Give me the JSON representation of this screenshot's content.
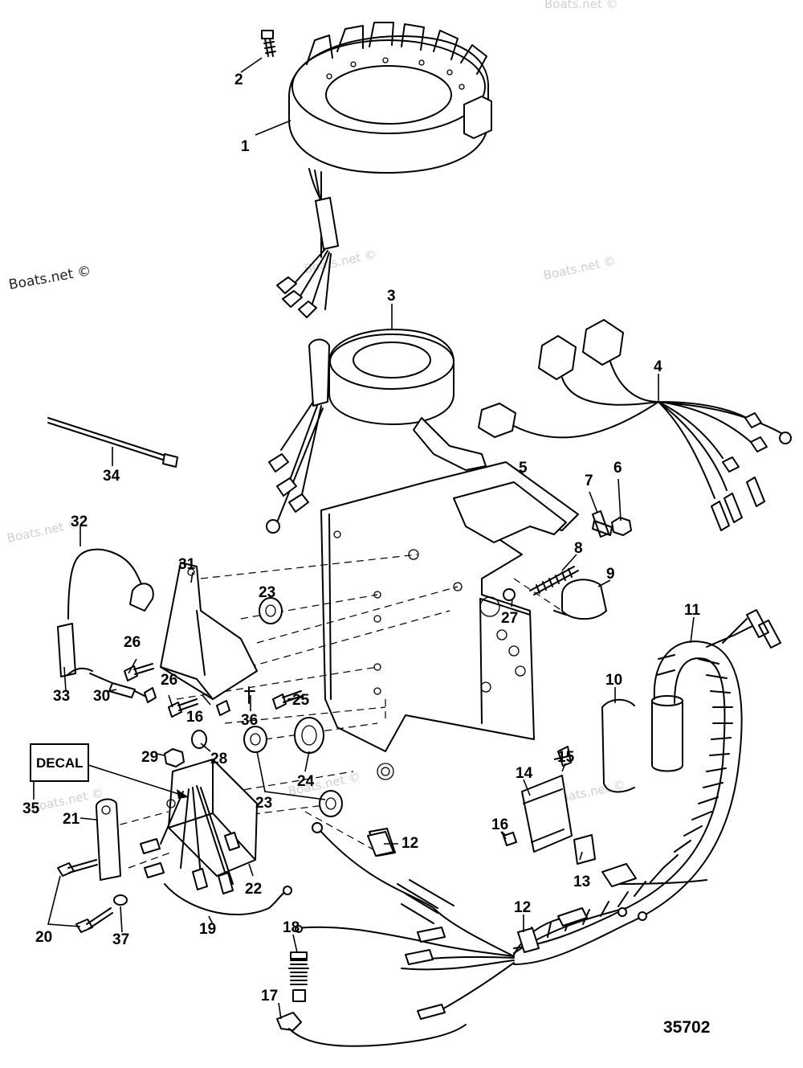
{
  "watermarks": {
    "main": "Boats.net ©",
    "faint": "Boats.net ©"
  },
  "decal_label": "DECAL",
  "figure_number": "35702",
  "callouts": {
    "c1": "1",
    "c2": "2",
    "c3": "3",
    "c4": "4",
    "c5": "5",
    "c6": "6",
    "c7": "7",
    "c8": "8",
    "c9": "9",
    "c10": "10",
    "c11": "11",
    "c12a": "12",
    "c12b": "12",
    "c13": "13",
    "c14": "14",
    "c15": "15",
    "c16a": "16",
    "c16b": "16",
    "c17": "17",
    "c18": "18",
    "c19": "19",
    "c20": "20",
    "c21": "21",
    "c22": "22",
    "c23a": "23",
    "c23b": "23",
    "c24": "24",
    "c25": "25",
    "c26a": "26",
    "c26b": "26",
    "c27": "27",
    "c28": "28",
    "c29": "29",
    "c30": "30",
    "c31": "31",
    "c32": "32",
    "c33": "33",
    "c34": "34",
    "c35": "35",
    "c36": "36",
    "c37": "37"
  }
}
